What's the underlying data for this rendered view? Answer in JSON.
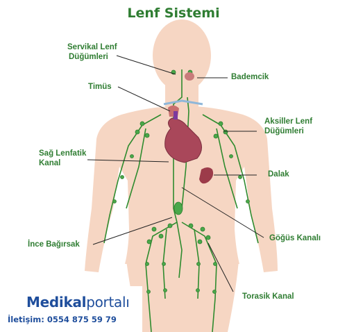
{
  "title": "Lenf Sistemi",
  "labels": {
    "servikal_line1": "Servikal Lenf",
    "servikal_line2": "Düğümleri",
    "bademcik": "Bademcik",
    "timus": "Timüs",
    "aksiller_line1": "Aksiller Lenf",
    "aksiller_line2": "Düğümleri",
    "sag_lenfatik_line1": "Sağ Lenfatik",
    "sag_lenfatik_line2": "Kanal",
    "dalak": "Dalak",
    "gogus_kanali": "Göğüs Kanalı",
    "ince_bagirsak": "İnce Bağırsak",
    "torasik_kanal": "Torasik Kanal"
  },
  "brand": {
    "name_part1": "Medikal",
    "name_part2": "portalı",
    "contact": "İletişim: 0554 875 59 79"
  },
  "colors": {
    "title": "#2f7d32",
    "label": "#2f7d32",
    "body": "#f6d4c0",
    "lymph": "#2e8b2e",
    "brand": "#1f4e9c"
  }
}
